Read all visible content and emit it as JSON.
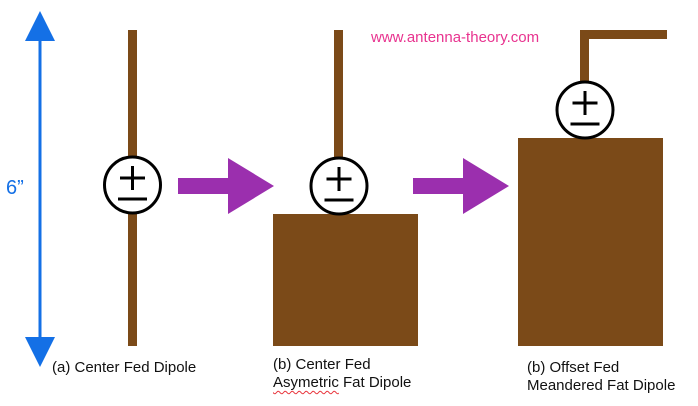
{
  "source_credit": "www.antenna-theory.com",
  "dimension_label": "6”",
  "captions": {
    "a": {
      "line1": "(a) Center Fed Dipole"
    },
    "b": {
      "line1": "(b) Center Fed",
      "line2_word1": "Asymetric",
      "line2_rest": " Fat Dipole"
    },
    "c": {
      "line1": "(b) Offset Fed",
      "line2": "Meandered Fat Dipole"
    }
  },
  "colors": {
    "antenna": "#7b4a18",
    "arrow": "#9b2fae",
    "dimension": "#1470e6",
    "credit": "#e8338f",
    "source_symbol": "#000000"
  },
  "icons": {
    "feed": "plus-minus-source-icon",
    "transition": "right-arrow-icon",
    "dimension": "double-headed-arrow-icon"
  }
}
